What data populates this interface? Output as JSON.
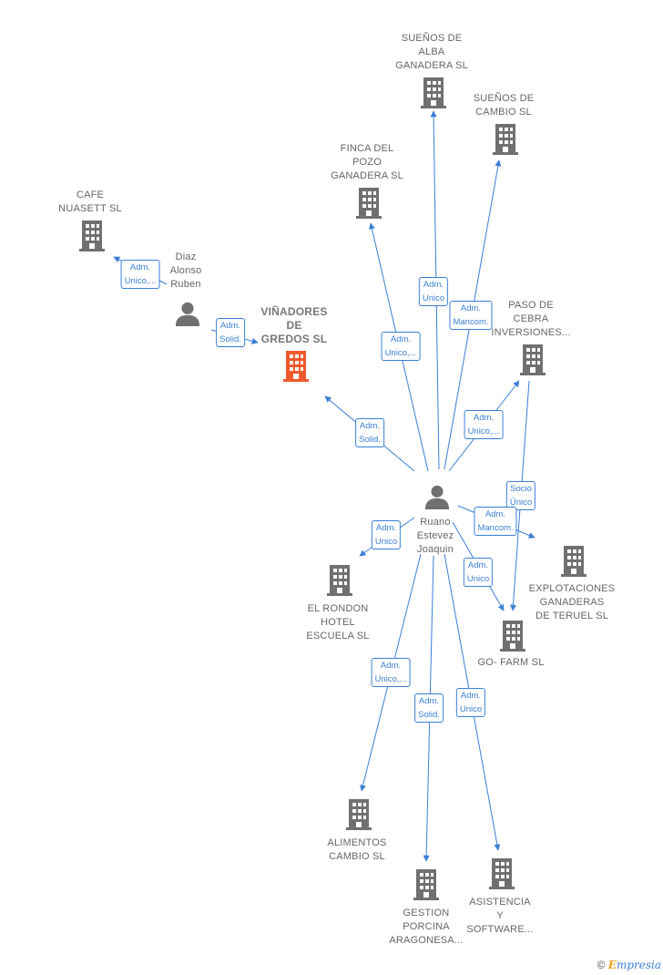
{
  "colors": {
    "edge": "#3a7fd5",
    "company_icon": "#707070",
    "main_company_icon": "#ef5a2a",
    "person_icon": "#707070"
  },
  "nodes": {
    "suenos_alba": {
      "label": "SUEÑOS DE\nALBA\nGANADERA SL"
    },
    "suenos_cambio": {
      "label": "SUEÑOS DE\nCAMBIO SL"
    },
    "finca_pozo": {
      "label": "FINCA DEL\nPOZO\nGANADERA  SL"
    },
    "cafe_nuasett": {
      "label": "CAFE\nNUASETT  SL"
    },
    "diaz_alonso": {
      "label": "Diaz\nAlonso\nRuben"
    },
    "vinadores": {
      "label": "VIÑADORES\nDE\nGREDOS  SL"
    },
    "paso_cebra": {
      "label": "PASO DE\nCEBRA\nINVERSIONES..."
    },
    "ruano": {
      "label": "Ruano\nEstevez\nJoaquin"
    },
    "explotaciones": {
      "label": "EXPLOTACIONES\nGANADERAS\nDE TERUEL  SL"
    },
    "el_rondon": {
      "label": "EL RONDON\nHOTEL\nESCUELA  SL"
    },
    "go_farm": {
      "label": "GO- FARM  SL"
    },
    "alimentos": {
      "label": "ALIMENTOS\nCAMBIO SL"
    },
    "gestion": {
      "label": "GESTION\nPORCINA\nARAGONESA..."
    },
    "asistencia": {
      "label": "ASISTENCIA\nY\nSOFTWARE..."
    }
  },
  "edges": [
    {
      "from": "diaz_alonso",
      "to": "cafe_nuasett",
      "label": "Adm.\nUnico,..."
    },
    {
      "from": "diaz_alonso",
      "to": "vinadores",
      "label": "Adm.\nSolid."
    },
    {
      "from": "ruano",
      "to": "vinadores",
      "label": "Adm.\nSolid."
    },
    {
      "from": "ruano",
      "to": "finca_pozo",
      "label": "Adm.\nUnico,..."
    },
    {
      "from": "ruano",
      "to": "suenos_alba",
      "label": "Adm.\nUnico"
    },
    {
      "from": "ruano",
      "to": "suenos_cambio",
      "label": "Adm.\nMancom."
    },
    {
      "from": "ruano",
      "to": "paso_cebra",
      "label": "Adm.\nUnico,..."
    },
    {
      "from": "paso_cebra",
      "to": "go_farm",
      "label": "Socio\nÚnico"
    },
    {
      "from": "ruano",
      "to": "explotaciones",
      "label": "Adm.\nMancom."
    },
    {
      "from": "ruano",
      "to": "go_farm",
      "label": "Adm.\nUnico"
    },
    {
      "from": "ruano",
      "to": "el_rondon",
      "label": "Adm.\nUnico"
    },
    {
      "from": "ruano",
      "to": "alimentos",
      "label": "Adm.\nUnico,..."
    },
    {
      "from": "ruano",
      "to": "gestion",
      "label": "Adm.\nSolid."
    },
    {
      "from": "ruano",
      "to": "asistencia",
      "label": "Adm.\nUnico"
    }
  ],
  "footer": {
    "copyright": "©",
    "brand_first": "E",
    "brand_rest": "mpresia"
  }
}
